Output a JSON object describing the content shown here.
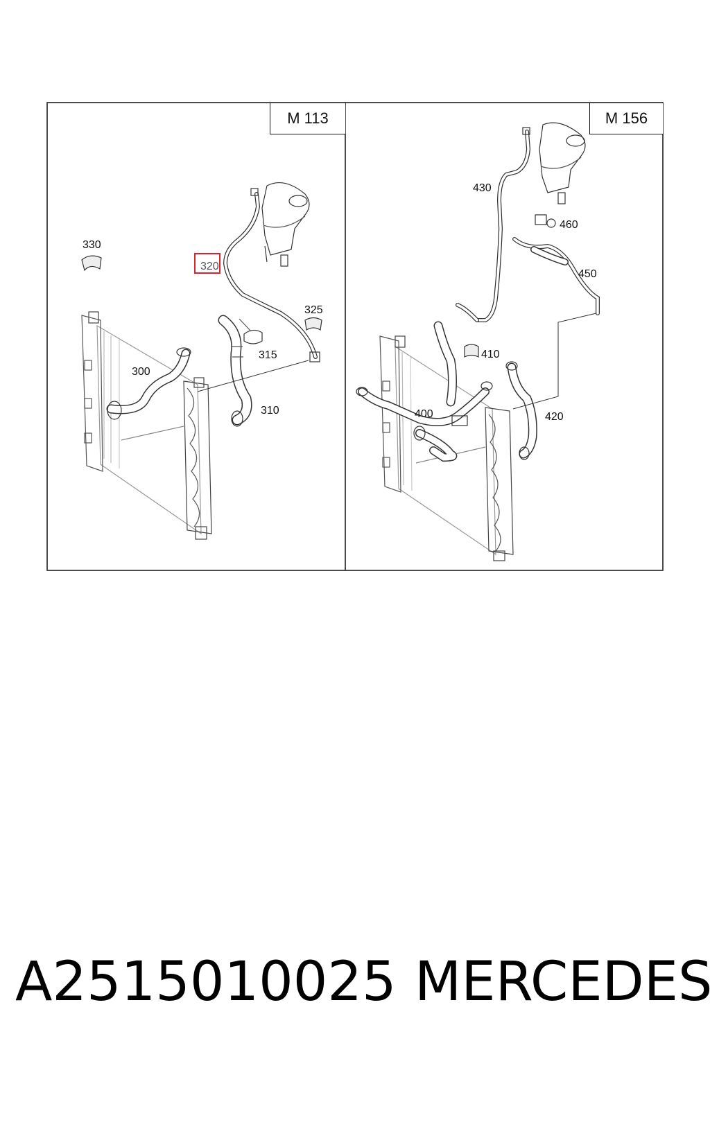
{
  "panels": [
    {
      "engine": "M 113"
    },
    {
      "engine": "M 156"
    }
  ],
  "callouts": {
    "p300": "300",
    "p310": "310",
    "p315": "315",
    "p320": "320",
    "p325": "325",
    "p330": "330",
    "p400": "400",
    "p410": "410",
    "p420": "420",
    "p430": "430",
    "p450": "450",
    "p460": "460"
  },
  "highlight_color": "#e0202a",
  "footer": {
    "part_number": "A2515010025",
    "brand": "MERCEDES"
  }
}
